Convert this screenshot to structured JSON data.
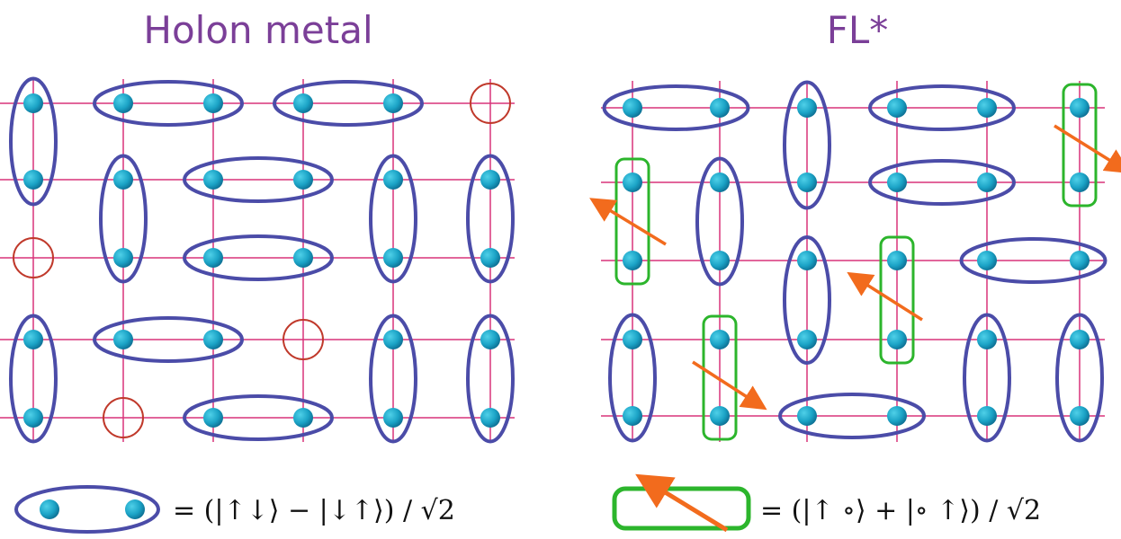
{
  "panels": {
    "left": {
      "title": "Holon metal"
    },
    "right": {
      "title": "FL*"
    }
  },
  "legend": {
    "singlet_formula": "= (|↑↓⟩ − |↓↑⟩) / √2",
    "holon_pair_formula": "= (|↑ ∘⟩ + |∘ ↑⟩) / √2"
  },
  "colors": {
    "title": "#7b3f98",
    "lattice": "#d8347a",
    "bond": "#4b4ca8",
    "site": "#1ba3c6",
    "hole": "#c0392b",
    "holon_box": "#2cb52c",
    "spin_arrow": "#f26b1d"
  }
}
